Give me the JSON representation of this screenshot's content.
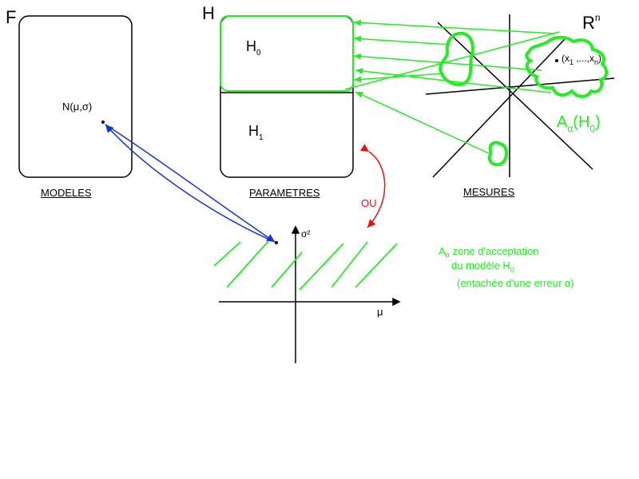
{
  "labels": {
    "F": "F",
    "H": "H",
    "R_base": "R",
    "R_sup": "n",
    "H0_base": "H",
    "H0_sub": "0",
    "H1_base": "H",
    "H1_sub": "1",
    "normal": "N(μ,σ)",
    "modeles": "MODELES",
    "parametres": "PARAMETRES",
    "mesures": "MESURES",
    "ou": "OU",
    "sigma2": "σ²",
    "mu": "μ",
    "sample_open": "(x",
    "sample_sub1": "1",
    "sample_mid": " ,...,x",
    "sample_subn": "n",
    "sample_close": ")",
    "A_base": "A",
    "A_sub": "α",
    "A_paren_open": "(H",
    "A_paren_sub": "0",
    "A_paren_close": ")"
  },
  "legend": {
    "line1_base": "A",
    "line1_sub": "α",
    "line1_rest": " zone d'acceptation",
    "line2_base": "du modèle H",
    "line2_sub": "0",
    "line3": "(entachée d'une erreur α)"
  },
  "colors": {
    "green": "#22ee22",
    "blue": "#1133dd",
    "red": "#ee1111",
    "black": "#000000"
  }
}
